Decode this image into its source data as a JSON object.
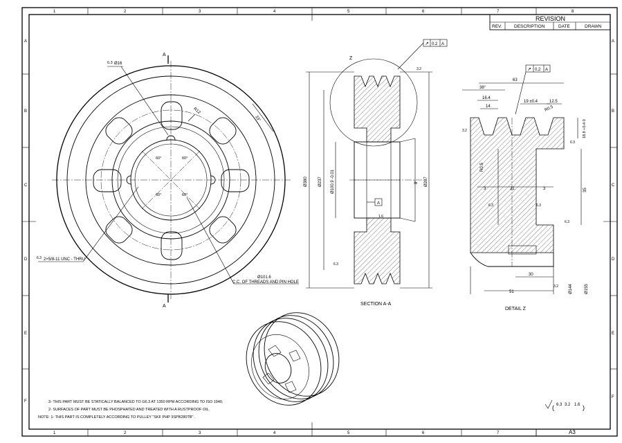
{
  "sheet": {
    "col_labels": [
      "1",
      "2",
      "3",
      "4",
      "5",
      "6",
      "7",
      "8"
    ],
    "row_labels": [
      "A",
      "B",
      "C",
      "D",
      "E",
      "F"
    ],
    "size": "A3"
  },
  "revision": {
    "title": "REVISION",
    "headers": [
      "REV.",
      "DESCRIPTION",
      "DATE",
      "DRAWN"
    ]
  },
  "front_view": {
    "section_mark": "A",
    "hole_dia": "Ø16",
    "hole_roughness": "6.3",
    "chamfer": "R12",
    "spoke_angle": "33°",
    "keyway_angles": [
      "60°",
      "60°",
      "60°",
      "60°"
    ],
    "thread_note": "2×5/8-11 UNC - THRU",
    "thread_roughness": "6.3",
    "pitch_circle": "Ø101.6",
    "pitch_circle_note": "C.C. OF THREADS AND PIN HOLE"
  },
  "section_view": {
    "label": "SECTION A-A",
    "detail_mark": "Z",
    "dims": [
      "Ø380",
      "Ø237",
      "Ø100.9 -0.01",
      "8°",
      "Ø287"
    ],
    "runout": {
      "tol": "0.2",
      "datum": "A"
    },
    "datum": "A",
    "roughness": [
      "3.2",
      "1.6",
      "6.3"
    ]
  },
  "detail_view": {
    "label": "DETAIL Z",
    "runout": {
      "tol": "0.2",
      "datum": "A"
    },
    "dims": [
      "38°",
      "16.4",
      "14",
      "63",
      "19 ±0.4",
      "12.5",
      "R0.5",
      "R0.5",
      "18.8 +0.4 0",
      "3",
      "21",
      "3",
      "35",
      "30",
      "51",
      "Ø144",
      "Ø155"
    ],
    "roughness": [
      "3.2",
      "6.3",
      "6.3",
      "6.3",
      "6.3",
      "3.2"
    ]
  },
  "notes": [
    "3- THIS PART MUST BE STATICALLY BALANCED TO G6.3 AT 1350 RPM ACCORDING TO ISO 1940.",
    "2- SURFACES OF PART MUST BE PHOSPHATED AND TREATED WITH A RUSTPROOF OIL.",
    "NOTE: 1- THIS PART IS COMPLETELY ACCORDING TO PULLEY \"SKF PHP 3SPB280TB\" ."
  ],
  "roughness_legend": [
    "6.3",
    "3.2",
    "1.6"
  ]
}
